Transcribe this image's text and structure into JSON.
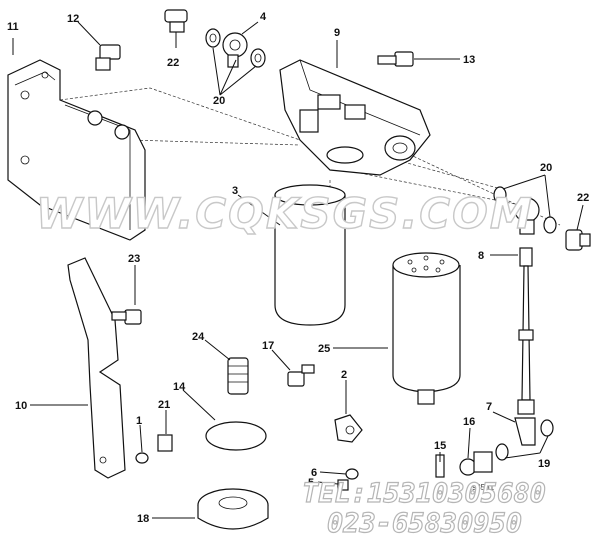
{
  "callouts": {
    "c1": "1",
    "c2": "2",
    "c3": "3",
    "c4": "4",
    "c5": "5",
    "c6": "6",
    "c7": "7",
    "c8": "8",
    "c9": "9",
    "c10": "10",
    "c11": "11",
    "c12": "12",
    "c13": "13",
    "c14": "14",
    "c15": "15",
    "c16": "16",
    "c17": "17",
    "c18": "18",
    "c19": "19",
    "c20a": "20",
    "c20b": "20",
    "c21": "21",
    "c22a": "22",
    "c22b": "22",
    "c23": "23",
    "c24": "24",
    "c25": "25"
  },
  "watermark": {
    "site": "WWW.CQKSGS.COM",
    "tel": "TEL:15310305680",
    "phone": "023-65830950"
  },
  "small_text": "fs3561"
}
